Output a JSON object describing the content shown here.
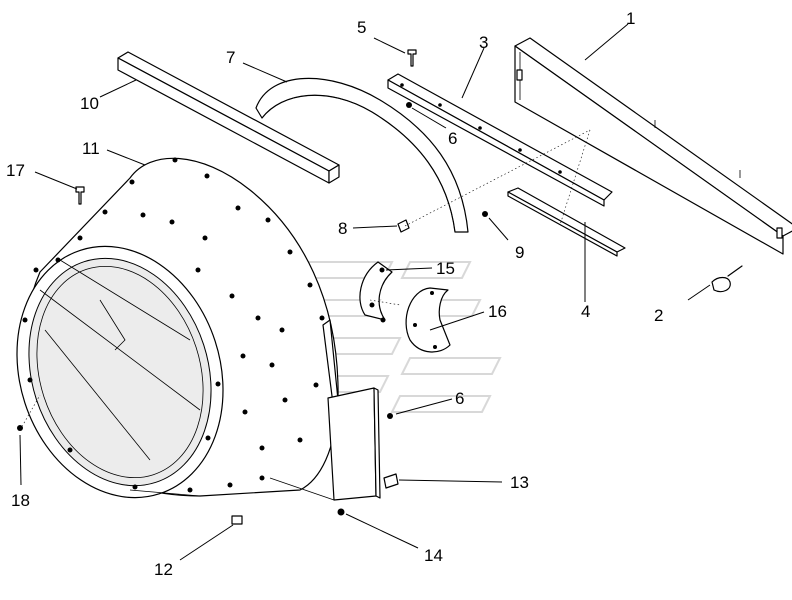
{
  "callouts": {
    "c1": "1",
    "c2": "2",
    "c3": "3",
    "c4": "4",
    "c5": "5",
    "c6a": "6",
    "c6b": "6",
    "c7": "7",
    "c8": "8",
    "c9": "9",
    "c10": "10",
    "c11": "11",
    "c12": "12",
    "c13": "13",
    "c14": "14",
    "c15": "15",
    "c16": "16",
    "c17": "17",
    "c18": "18"
  },
  "colors": {
    "line": "#000000",
    "watermark": "#d8d8d8",
    "background": "#ffffff"
  }
}
